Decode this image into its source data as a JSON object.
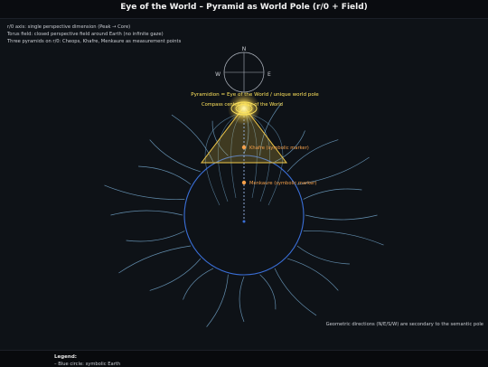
{
  "title": "Eye of the World – Pyramid as World Pole (r/0 + Field)",
  "info_lines": [
    "r/0 axis: single perspective dimension (Peak → Core)",
    "Torus field: closed perspective field around Earth (no infinite gaze)",
    "Three pyramids on r/0: Cheops, Khafre, Menkaure as measurement points"
  ],
  "compass": {
    "n": "N",
    "e": "E",
    "w": "W"
  },
  "labels": {
    "pyramidion": "Pyramidion = Eye of the World / unique world pole",
    "compass_center": "Compass center / Eye of the World",
    "khafre": "Khafre (symbolic marker)",
    "menkaure": "Menkaure (symbolic marker)"
  },
  "footnote": "Geometric directions (N/E/S/W) are secondary to the semantic pole",
  "legend": {
    "title": "Legend:",
    "items": [
      "– Blue circle: symbolic Earth"
    ]
  },
  "colors": {
    "background": "#0e1217",
    "field_lines": "#7fb7e0",
    "earth_circle": "#3a6fd8",
    "pyramid": "#f0c84a",
    "eye": "#ffe45c",
    "marker": "#f5a04a",
    "axis": "#9ab8e8"
  },
  "icons": [
    "compass-icon",
    "eye-icon"
  ]
}
